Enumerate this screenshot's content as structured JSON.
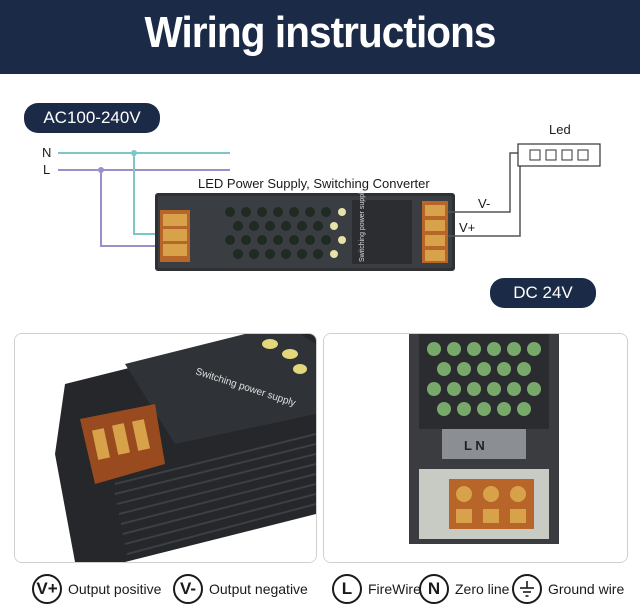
{
  "header": {
    "title": "Wiring instructions"
  },
  "diagram": {
    "input_label": "AC100-240V",
    "output_label": "DC 24V",
    "wire_n": "N",
    "wire_l": "L",
    "device_caption": "LED Power Supply, Switching Converter",
    "led_label": "Led",
    "v_minus": "V-",
    "v_plus": "V+",
    "device_printed_text": "Switching power supply"
  },
  "photos": {
    "left_printed_text": "Switching power supply",
    "right_terminal_letters": "L N"
  },
  "legend": [
    {
      "symbol": "V+",
      "text": "Output positive"
    },
    {
      "symbol": "V-",
      "text": "Output negative"
    },
    {
      "symbol": "L",
      "text": "FireWire"
    },
    {
      "symbol": "N",
      "text": "Zero line"
    },
    {
      "symbol": "ground",
      "text": "Ground wire"
    }
  ],
  "colors": {
    "navy": "#1b2a47",
    "wire_n": "#7fc7c7",
    "wire_l": "#9b8fc9",
    "wire_dc": "#555555",
    "terminal": "#c8702a"
  }
}
